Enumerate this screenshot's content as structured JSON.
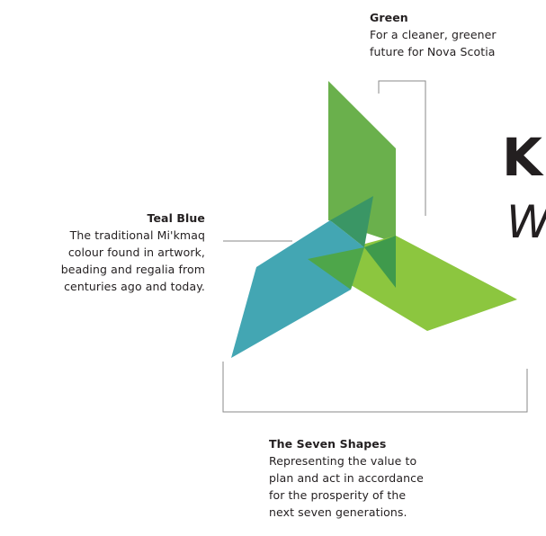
{
  "annotations": {
    "green": {
      "title": "Green",
      "lines": [
        "For a cleaner, greener",
        "future for Nova Scotia"
      ]
    },
    "teal": {
      "title": "Teal Blue",
      "lines": [
        "The traditional Mi'kmaq",
        "colour found in artwork,",
        "beading and regalia from",
        "centuries ago and today."
      ]
    },
    "shapes": {
      "title": "The Seven Shapes",
      "lines": [
        "Representing the value to",
        "plan and act in accordance",
        "for the prosperity of the",
        "next seven generations."
      ]
    }
  },
  "brand": {
    "letter_k": "K",
    "letter_w": "W"
  },
  "colors": {
    "green_dark": "#6ab04c",
    "green_light": "#8cc63f",
    "green_overlap": "#3f9a4c",
    "teal": "#43a6b3",
    "teal_overlap": "#3a9665",
    "leader_line": "#8a8a8a"
  }
}
